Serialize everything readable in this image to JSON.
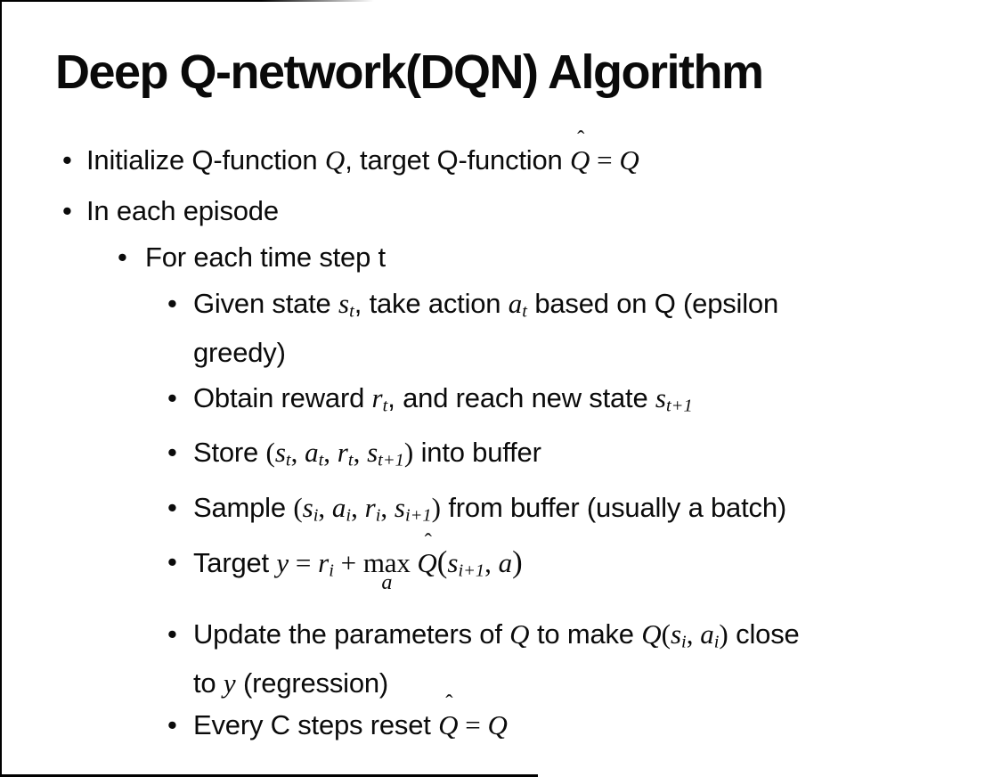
{
  "slide": {
    "title": "Deep Q-network(DQN) Algorithm",
    "bullet_glyph": "•",
    "text_color": "#0b0b0b",
    "background_color": "#ffffff",
    "edge_color": "#000000",
    "bullets": [
      {
        "level": 1,
        "runs": [
          {
            "t": "Initialize Q-function "
          },
          {
            "m": "Q"
          },
          {
            "t": ", target Q-function "
          },
          {
            "hat": "Q"
          },
          {
            "r": " = "
          },
          {
            "m": "Q"
          }
        ]
      },
      {
        "level": 1,
        "runs": [
          {
            "t": "In each episode"
          }
        ]
      },
      {
        "level": 2,
        "runs": [
          {
            "t": "For each time step t"
          }
        ]
      },
      {
        "level": 3,
        "runs": [
          {
            "t": "Given state "
          },
          {
            "m": "s"
          },
          {
            "sub": "t"
          },
          {
            "t": ", take action "
          },
          {
            "m": "a"
          },
          {
            "sub": "t"
          },
          {
            "t": " based on Q (epsilon"
          },
          {
            "br": true
          },
          {
            "t": "greedy)"
          }
        ]
      },
      {
        "level": 3,
        "runs": [
          {
            "t": "Obtain reward "
          },
          {
            "m": "r"
          },
          {
            "sub": "t"
          },
          {
            "t": ", and reach new state "
          },
          {
            "m": "s"
          },
          {
            "sub": "t+1"
          }
        ]
      },
      {
        "level": 3,
        "runs": [
          {
            "t": "Store "
          },
          {
            "r": "("
          },
          {
            "m": "s"
          },
          {
            "sub": "t"
          },
          {
            "r": ", "
          },
          {
            "m": "a"
          },
          {
            "sub": "t"
          },
          {
            "r": ", "
          },
          {
            "m": "r"
          },
          {
            "sub": "t"
          },
          {
            "r": ", "
          },
          {
            "m": "s"
          },
          {
            "sub": "t+1"
          },
          {
            "r": ")"
          },
          {
            "t": " into buffer"
          }
        ]
      },
      {
        "level": 3,
        "runs": [
          {
            "t": "Sample "
          },
          {
            "r": "("
          },
          {
            "m": "s"
          },
          {
            "sub": "i"
          },
          {
            "r": ", "
          },
          {
            "m": "a"
          },
          {
            "sub": "i"
          },
          {
            "r": ", "
          },
          {
            "m": "r"
          },
          {
            "sub": "i"
          },
          {
            "r": ", "
          },
          {
            "m": "s"
          },
          {
            "sub": "i+1"
          },
          {
            "r": ")"
          },
          {
            "t": " from buffer (usually a batch)"
          }
        ]
      },
      {
        "level": 3,
        "tall": true,
        "runs": [
          {
            "t": "Target "
          },
          {
            "m": "y"
          },
          {
            "r": " = "
          },
          {
            "m": "r"
          },
          {
            "sub": "i"
          },
          {
            "r": " + "
          },
          {
            "mx": [
              "max",
              "a"
            ]
          },
          {
            "r": " "
          },
          {
            "hat": "Q"
          },
          {
            "rb": "("
          },
          {
            "m": "s"
          },
          {
            "sub": "i+1"
          },
          {
            "r": ", "
          },
          {
            "m": "a"
          },
          {
            "rb": ")"
          }
        ]
      },
      {
        "level": 3,
        "runs": [
          {
            "t": "Update the parameters of "
          },
          {
            "m": "Q"
          },
          {
            "t": " to make "
          },
          {
            "m": "Q"
          },
          {
            "r": "("
          },
          {
            "m": "s"
          },
          {
            "sub": "i"
          },
          {
            "r": ", "
          },
          {
            "m": "a"
          },
          {
            "sub": "i"
          },
          {
            "r": ")"
          },
          {
            "t": " close"
          },
          {
            "br": true
          },
          {
            "t": "to "
          },
          {
            "m": "y"
          },
          {
            "t": " (regression)"
          }
        ]
      },
      {
        "level": 3,
        "runs": [
          {
            "t": "Every C steps reset "
          },
          {
            "hat": "Q"
          },
          {
            "r": " = "
          },
          {
            "m": "Q"
          }
        ]
      }
    ]
  }
}
